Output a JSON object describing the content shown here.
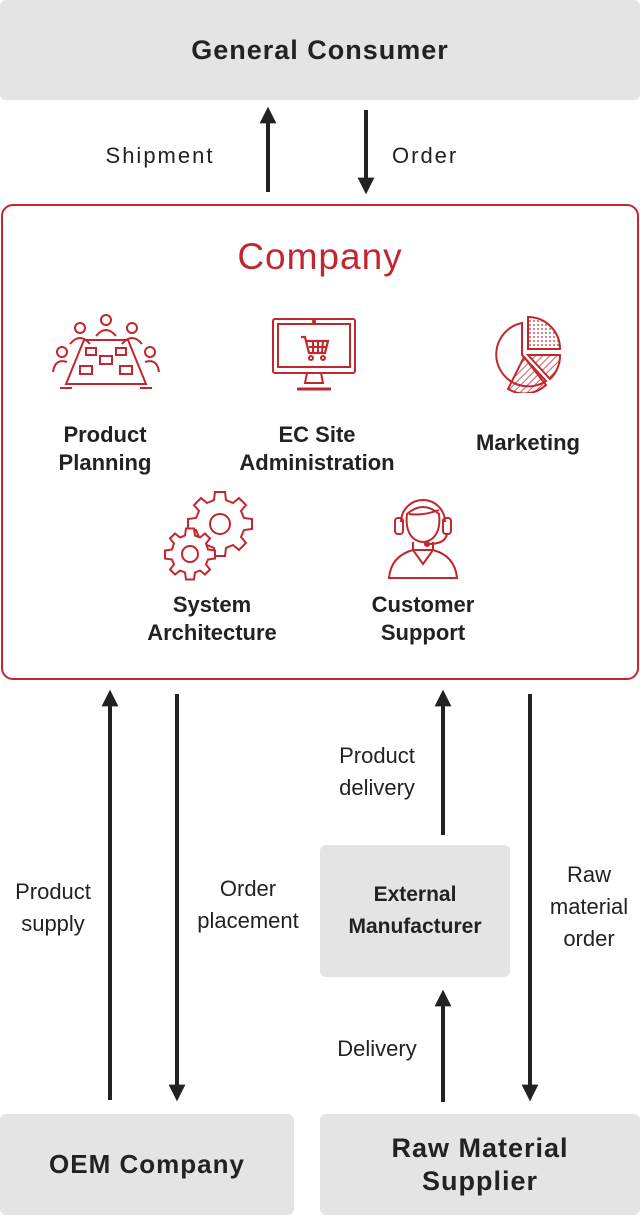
{
  "top": {
    "label": "General Consumer"
  },
  "top_arrows": {
    "shipment": "Shipment",
    "order": "Order"
  },
  "company": {
    "title": "Company",
    "departments": [
      {
        "label": "Product\nPlanning",
        "icon": "meeting-table-icon"
      },
      {
        "label": "EC Site\nAdministration",
        "icon": "shopping-cart-monitor-icon"
      },
      {
        "label": "Marketing",
        "icon": "pie-chart-icon"
      },
      {
        "label": "System\nArchitecture",
        "icon": "gears-icon"
      },
      {
        "label": "Customer\nSupport",
        "icon": "headset-operator-icon"
      }
    ]
  },
  "bottom_arrows": {
    "product_supply": "Product\nsupply",
    "order_placement": "Order\nplacement",
    "product_delivery": "Product\ndelivery",
    "raw_material_order": "Raw\nmaterial\norder",
    "delivery": "Delivery"
  },
  "external_manufacturer": {
    "label": "External\nManufacturer"
  },
  "oem": {
    "label": "OEM Company"
  },
  "raw_material_supplier": {
    "label": "Raw Material\nSupplier"
  },
  "colors": {
    "accent": "#c1272d",
    "box_bg": "#e4e4e4",
    "arrow": "#222222"
  }
}
